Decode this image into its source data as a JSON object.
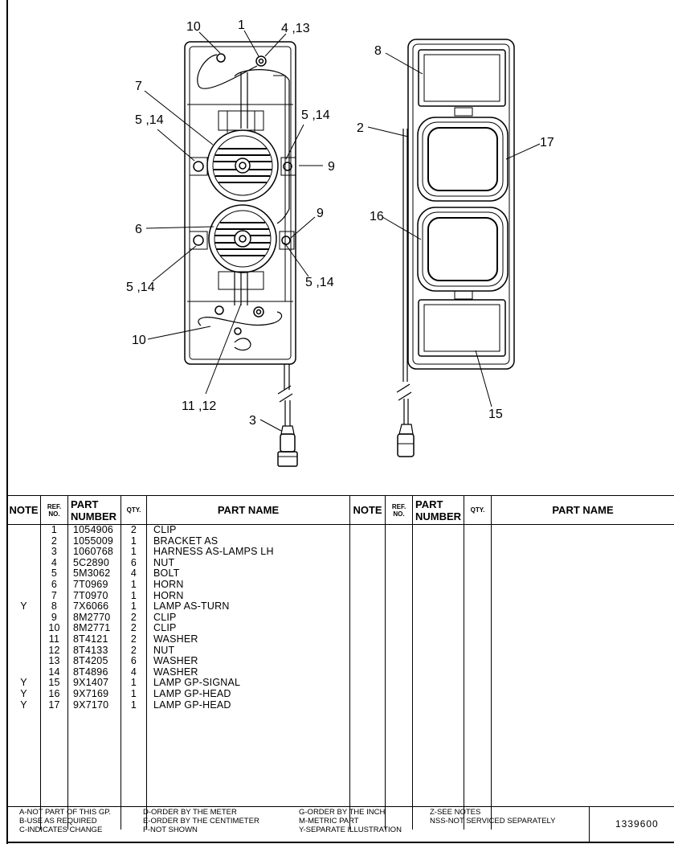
{
  "callouts": {
    "c1": "1",
    "c4_13": "4 ,13",
    "c10a": "10",
    "c7": "7",
    "c5_14a": "5 ,14",
    "c5_14b": "5 ,14",
    "c9a": "9",
    "c6": "6",
    "c9b": "9",
    "c5_14c": "5 ,14",
    "c5_14d": "5 ,14",
    "c10b": "10",
    "c11_12": "11 ,12",
    "c3": "3",
    "c8": "8",
    "c2": "2",
    "c17": "17",
    "c16": "16",
    "c15": "15"
  },
  "table": {
    "headers": {
      "note": "NOTE",
      "ref_line1": "REF.",
      "ref_line2": "NO.",
      "part_line1": "PART",
      "part_line2": "NUMBER",
      "qty": "QTY.",
      "name": "PART NAME"
    },
    "rows": [
      {
        "note": "",
        "ref": "1",
        "part": "1054906",
        "qty": "2",
        "name": "CLIP"
      },
      {
        "note": "",
        "ref": "2",
        "part": "1055009",
        "qty": "1",
        "name": "BRACKET AS"
      },
      {
        "note": "",
        "ref": "3",
        "part": "1060768",
        "qty": "1",
        "name": "HARNESS AS-LAMPS LH"
      },
      {
        "note": "",
        "ref": "4",
        "part": "5C2890",
        "qty": "6",
        "name": "NUT"
      },
      {
        "note": "",
        "ref": "5",
        "part": "5M3062",
        "qty": "4",
        "name": "BOLT"
      },
      {
        "note": "",
        "ref": "6",
        "part": "7T0969",
        "qty": "1",
        "name": "HORN"
      },
      {
        "note": "",
        "ref": "7",
        "part": "7T0970",
        "qty": "1",
        "name": "HORN"
      },
      {
        "note": "Y",
        "ref": "8",
        "part": "7X6066",
        "qty": "1",
        "name": "LAMP AS-TURN"
      },
      {
        "note": "",
        "ref": "9",
        "part": "8M2770",
        "qty": "2",
        "name": "CLIP"
      },
      {
        "note": "",
        "ref": "10",
        "part": "8M2771",
        "qty": "2",
        "name": "CLIP"
      },
      {
        "note": "",
        "ref": "11",
        "part": "8T4121",
        "qty": "2",
        "name": "WASHER"
      },
      {
        "note": "",
        "ref": "12",
        "part": "8T4133",
        "qty": "2",
        "name": "NUT"
      },
      {
        "note": "",
        "ref": "13",
        "part": "8T4205",
        "qty": "6",
        "name": "WASHER"
      },
      {
        "note": "",
        "ref": "14",
        "part": "8T4896",
        "qty": "4",
        "name": "WASHER"
      },
      {
        "note": "Y",
        "ref": "15",
        "part": "9X1407",
        "qty": "1",
        "name": "LAMP GP-SIGNAL"
      },
      {
        "note": "Y",
        "ref": "16",
        "part": "9X7169",
        "qty": "1",
        "name": "LAMP GP-HEAD"
      },
      {
        "note": "Y",
        "ref": "17",
        "part": "9X7170",
        "qty": "1",
        "name": "LAMP GP-HEAD"
      }
    ]
  },
  "legend": {
    "a": "A-NOT PART OF THIS GP.",
    "b": "B-USE AS REQUIRED",
    "c": "C-INDICATES CHANGE",
    "d": "D-ORDER BY THE METER",
    "e": "E-ORDER BY THE CENTIMETER",
    "f": "F-NOT SHOWN",
    "g": "G-ORDER BY THE INCH",
    "m": "M-METRIC PART",
    "y": "Y-SEPARATE ILLUSTRATION",
    "z": "Z-SEE NOTES",
    "nss": "NSS-NOT SERVICED SEPARATELY"
  },
  "drawing_number": "1339600"
}
